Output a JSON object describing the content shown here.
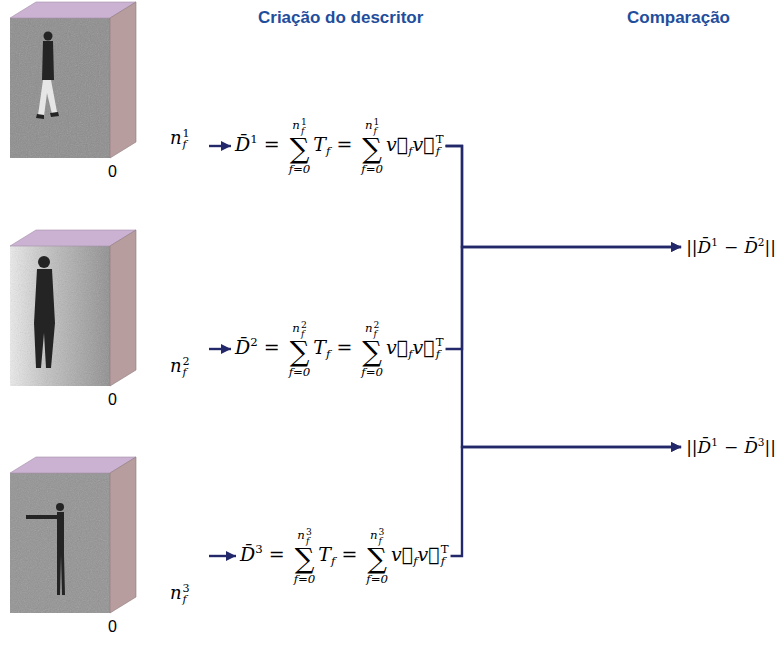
{
  "diagram": {
    "nodes": [
      {
        "text": [
          "n",
          "f",
          "1",
          "0"
        ]
      },
      {
        "text": [
          "D̄",
          "1",
          "=",
          "∑",
          "f=0",
          "n",
          "f",
          "1",
          "T",
          "f",
          "=",
          "∑",
          "f=0",
          "n",
          "f",
          "1",
          "v⃗",
          "f",
          "v⃗",
          "f",
          "T"
        ]
      },
      {
        "text": [
          "n",
          "f",
          "2",
          "0"
        ]
      },
      {
        "text": [
          "D̄",
          "2",
          "=",
          "∑",
          "f=0",
          "n",
          "f",
          "2",
          "T",
          "f",
          "=",
          "∑",
          "f=0",
          "n",
          "f",
          "2",
          "v⃗",
          "f",
          "v⃗",
          "f",
          "T"
        ]
      },
      {
        "text": [
          "n",
          "f",
          "3",
          "0"
        ]
      },
      {
        "text": [
          "D̄",
          "3",
          "=",
          "∑",
          "f=0",
          "n",
          "f",
          "3",
          "T",
          "f",
          "=",
          "∑",
          "f=0",
          "n",
          "f",
          "3",
          "v⃗",
          "f",
          "v⃗",
          "f",
          "T"
        ]
      },
      {
        "text": [
          "||",
          "D̄",
          "1",
          "−",
          "D̄",
          "2",
          "||"
        ]
      },
      {
        "text": [
          "||",
          "D̄",
          "1",
          "−",
          "D̄",
          "3",
          "||"
        ]
      }
    ],
    "edges": [
      {
        "from": 0,
        "to": 1,
        "arrow": "to"
      },
      {
        "from": 2,
        "to": 3,
        "arrow": "to"
      },
      {
        "from": 4,
        "to": 5,
        "arrow": "to"
      },
      {
        "from": 1,
        "to": 6,
        "arrow": "to"
      },
      {
        "from": 3,
        "to": 6,
        "arrow": "to"
      },
      {
        "from": 1,
        "to": 7,
        "arrow": "to"
      },
      {
        "from": 5,
        "to": 7,
        "arrow": "to"
      }
    ],
    "labels": [
      "Criação do descritor",
      "Comparação"
    ]
  }
}
